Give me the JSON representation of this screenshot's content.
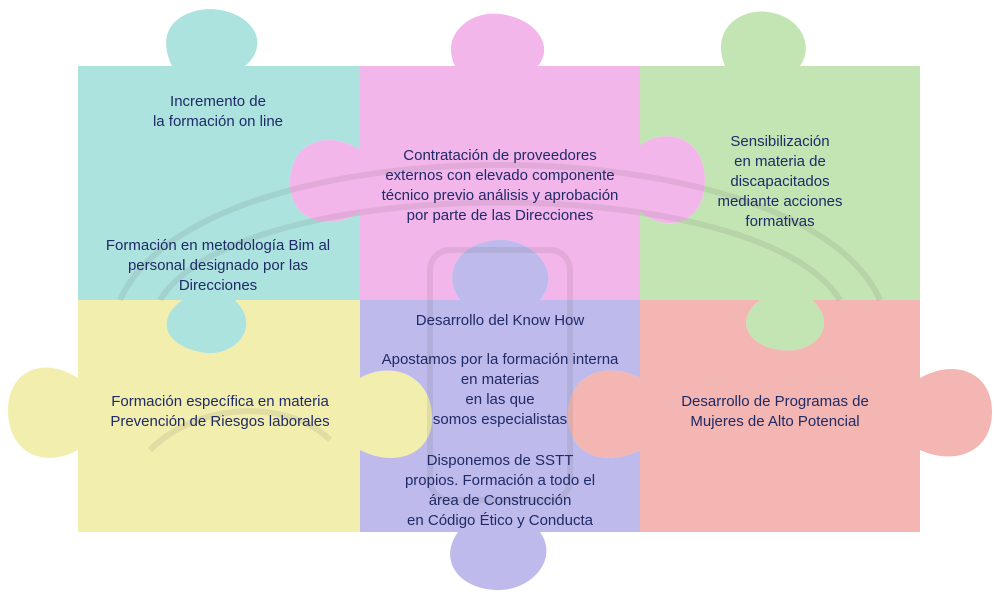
{
  "colors": {
    "teal": "#9fded8",
    "pink": "#f1a9e6",
    "green": "#b8e0a6",
    "yellow": "#eeeba0",
    "lavender": "#b3aee8",
    "coral": "#f1a9a4",
    "text": "#1f2a66"
  },
  "pieces": {
    "top_left": {
      "text_a": [
        "Incremento de",
        "la formación on line"
      ],
      "text_b": [
        "Formación en metodología Bim al",
        "personal designado por las",
        "Direcciones"
      ]
    },
    "top_middle": {
      "text": [
        "Contratación de proveedores",
        "externos con elevado componente",
        "técnico previo análisis y aprobación",
        "por parte de las Direcciones"
      ]
    },
    "top_right": {
      "text": [
        "Sensibilización",
        "en materia de",
        "discapacitados",
        "mediante acciones",
        "formativas"
      ]
    },
    "bottom_left": {
      "text": [
        "Formación específica en materia",
        "Prevención de Riesgos laborales"
      ]
    },
    "bottom_middle": {
      "text_a": [
        "Desarrollo del Know How"
      ],
      "text_b": [
        "Apostamos por la formación interna",
        "en materias",
        "en las que",
        "somos especialistas"
      ],
      "text_c": [
        "Disponemos de SSTT",
        "propios. Formación a todo el",
        "área de Construcción",
        "en Código Ético y Conducta"
      ]
    },
    "bottom_right": {
      "text": [
        "Desarrollo de Programas de",
        "Mujeres de Alto Potencial"
      ]
    }
  }
}
